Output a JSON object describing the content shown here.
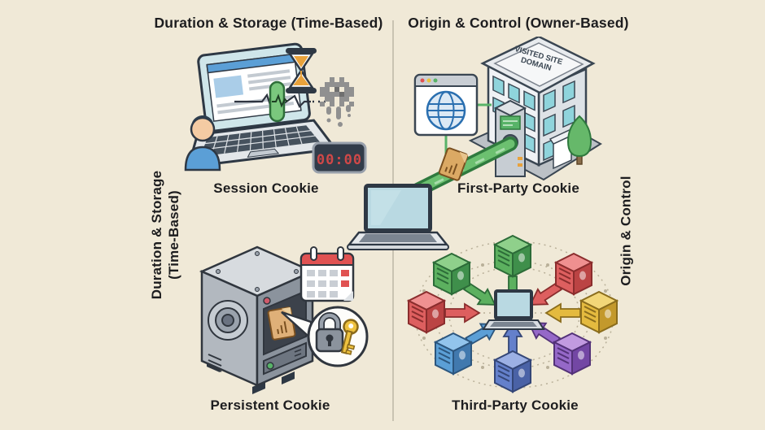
{
  "canvas": {
    "background": "#f0e9d7",
    "divider_color": "#c9c3b2",
    "text_color": "#1d1d1f"
  },
  "headers": {
    "top_left": "Duration & Storage (Time-Based)",
    "top_right": "Origin & Control (Owner-Based)"
  },
  "side_labels": {
    "left": {
      "line1": "Duration & Storage",
      "line2": "(Time-Based)"
    },
    "right": "Origin & Control"
  },
  "quadrants": {
    "session": {
      "caption": "Session Cookie",
      "clock_display": "00:00",
      "icons": [
        "user-avatar",
        "laptop-with-browser",
        "heartbeat-pulse-pill",
        "hourglass",
        "dissolving-pixel-cookie",
        "digital-countdown-clock"
      ]
    },
    "first_party": {
      "caption": "First-Party Cookie",
      "building_sign_line1": "VISITED SITE",
      "building_sign_line2": "DOMAIN",
      "icons": [
        "browser-globe-window",
        "visited-site-building",
        "site-server-box",
        "green-connection-cable",
        "cookie-chip",
        "tree"
      ]
    },
    "persistent": {
      "caption": "Persistent Cookie",
      "icons": [
        "storage-safe",
        "cookie-file-in-safe",
        "calendar",
        "padlock-and-key-bubble"
      ]
    },
    "third_party": {
      "caption": "Third-Party Cookie",
      "icons": [
        "dashed-network-web",
        "central-laptop",
        "inbound-arrows",
        "server-cubes"
      ],
      "server_colors": [
        "green",
        "green",
        "red",
        "red",
        "yellow",
        "light-blue",
        "blue",
        "purple"
      ]
    }
  },
  "center": {
    "icon": "user-laptop"
  },
  "colors": {
    "accent_green": "#5cb85c",
    "cookie_tan": "#dba964",
    "clock_digits_red": "#cf4848",
    "clock_body": "#323c49",
    "calendar_red": "#e05252",
    "key_gold": "#eec23f",
    "globe_blue": "#2a6fb0",
    "window_teal": "#8fd4dc",
    "person_shirt_blue": "#5b9fd6",
    "hourglass_sand_orange": "#e8a23c",
    "pixel_cookie_gray": "#909090",
    "server_green": "#5cb05f",
    "server_red": "#dd5f5f",
    "server_yellow": "#e4ba3f",
    "server_light_blue": "#5b9fd6",
    "server_blue": "#6480cb",
    "server_purple": "#9568c8"
  }
}
